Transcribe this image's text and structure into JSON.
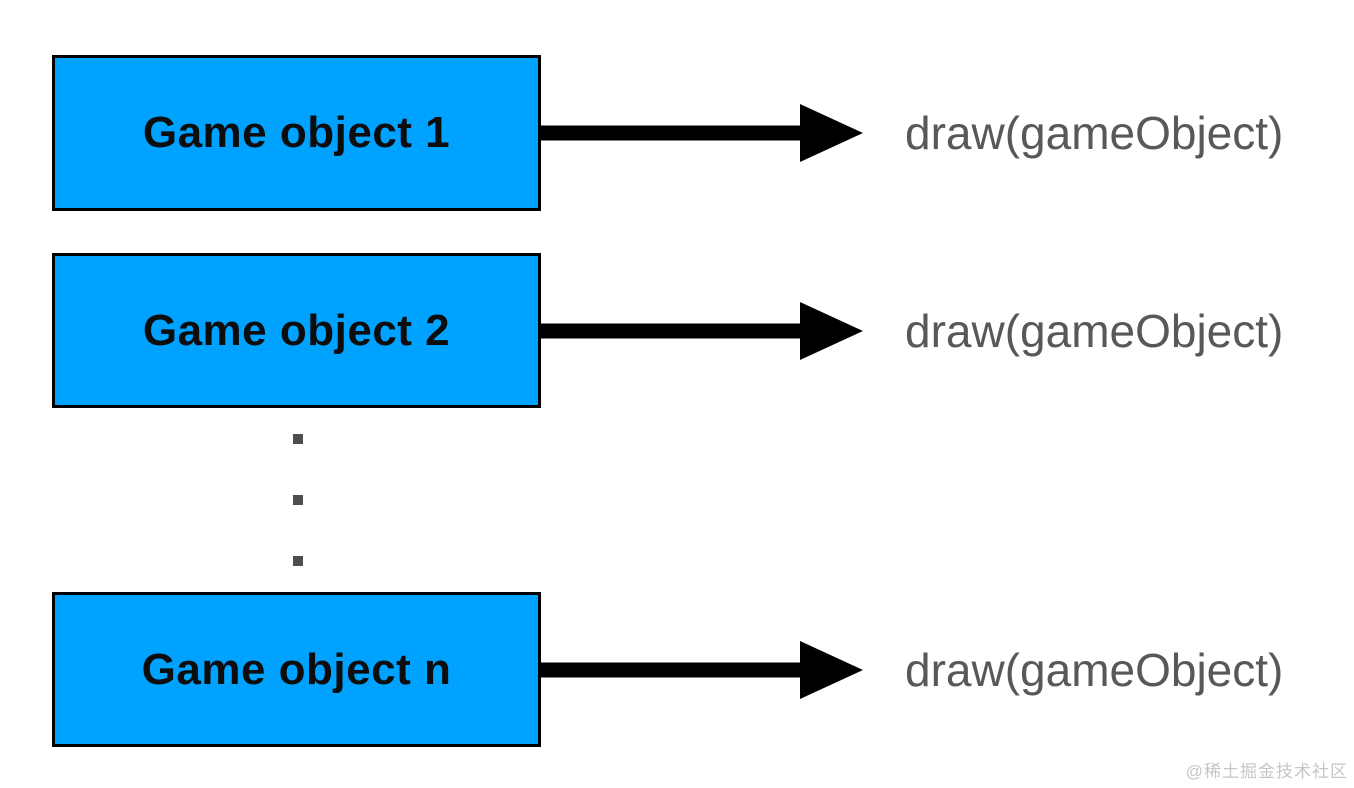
{
  "diagram": {
    "rows": [
      {
        "box_label": "Game object 1",
        "call_label": "draw(gameObject)"
      },
      {
        "box_label": "Game object 2",
        "call_label": "draw(gameObject)"
      },
      {
        "box_label": "Game object n",
        "call_label": "draw(gameObject)"
      }
    ],
    "ellipsis": {
      "dot_count": 3
    },
    "colors": {
      "box_fill": "#00a2ff",
      "box_border": "#000000",
      "box_text": "#0d0d0d",
      "arrow": "#000000",
      "call_text": "#58585a",
      "dot": "#4e4e4e",
      "watermark_text": "#c6c6c6",
      "background": "#ffffff"
    }
  },
  "watermark": {
    "text": "@稀土掘金技术社区"
  }
}
